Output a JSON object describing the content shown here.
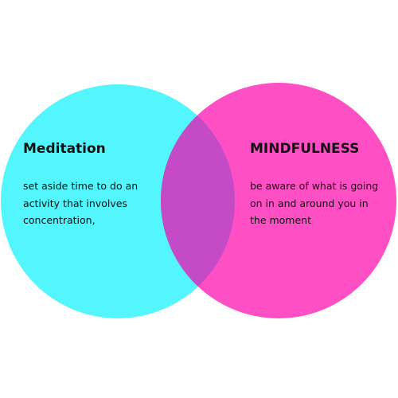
{
  "diagram": {
    "type": "venn",
    "colors": {
      "left_circle": "#53f6fc",
      "right_circle": "#fe4fc5",
      "overlap": "#c44ac6",
      "background": "#ffffff",
      "text": "#111111"
    },
    "left": {
      "title": "Meditation",
      "description": "set aside time to do an activity that involves concentration,"
    },
    "right": {
      "title": "MINDFULNESS",
      "description": "be aware of what is going on in and around you in the moment"
    }
  }
}
